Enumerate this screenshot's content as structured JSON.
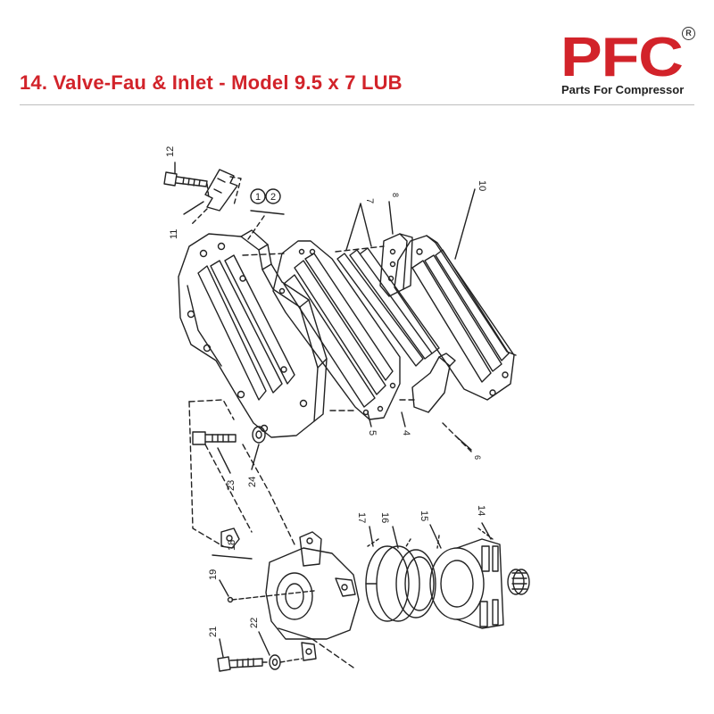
{
  "header": {
    "title": "14. Valve-Fau & Inlet - Model 9.5 x 7 LUB",
    "logo_mark": "PFC",
    "logo_registered": "R",
    "logo_tagline": "Parts For Compressor"
  },
  "diagram": {
    "part_labels": {
      "p1": "1",
      "p2": "2",
      "p4": "4",
      "p5": "5",
      "p6": "6",
      "p7": "7",
      "p8": "8",
      "p10": "10",
      "p11": "11",
      "p12": "12",
      "p14": "14",
      "p15": "15",
      "p16": "16",
      "p17": "17",
      "p18": "18",
      "p19": "19",
      "p21": "21",
      "p22": "22",
      "p23": "23",
      "p24": "24"
    }
  },
  "colors": {
    "brand_red": "#d2232a",
    "line": "#222222",
    "rule": "#bdbdbd"
  }
}
